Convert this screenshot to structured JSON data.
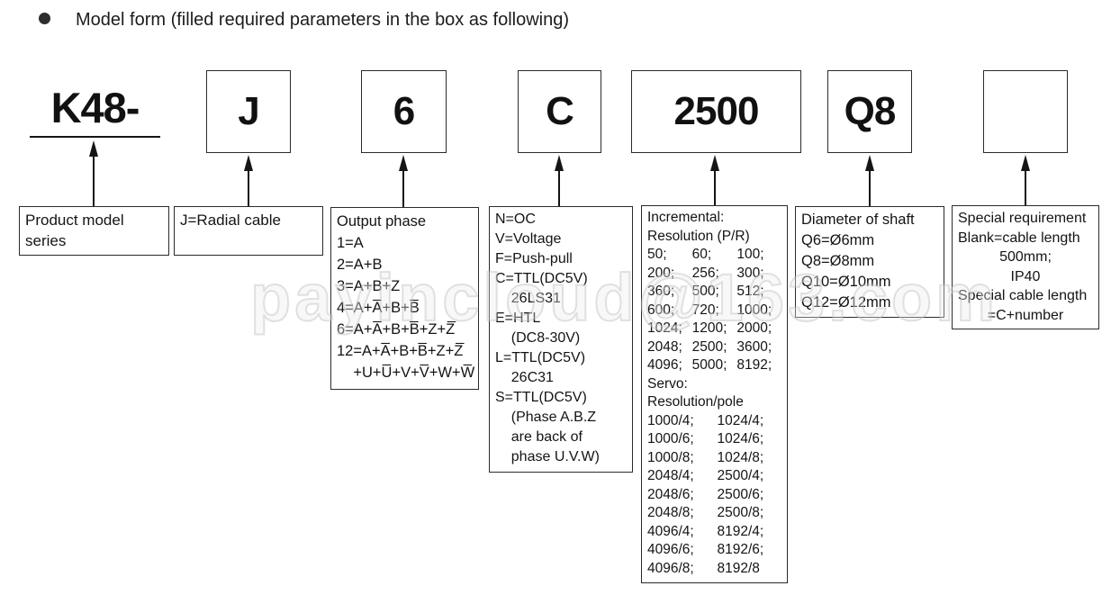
{
  "header": {
    "title": "Model form (filled required parameters in the box as following)"
  },
  "model_code": {
    "series": "K48-",
    "cable": "J",
    "output_phase": "6",
    "output_signal": "C",
    "resolution": "2500",
    "shaft": "Q8",
    "special": ""
  },
  "legend": {
    "series_lines": [
      "Product model",
      "series"
    ],
    "cable_lines": [
      "J=Radial cable"
    ],
    "phase_lines": [
      "Output phase",
      "1=A",
      "2=A+B",
      "3=A+B+Z",
      "4=A+A̅+B+B̅",
      "6=A+A̅+B+B̅+Z+Z̅",
      "12=A+A̅+B+B̅+Z+Z̅",
      "    +U+U̅+V+V̅+W+W̅"
    ],
    "signal_lines": [
      "N=OC",
      "V=Voltage",
      "F=Push-pull",
      "C=TTL(DC5V)",
      "    26LS31",
      "E=HTL",
      "    (DC8-30V)",
      "L=TTL(DC5V)",
      "    26C31",
      "S=TTL(DC5V)",
      "    (Phase A.B.Z",
      "    are back of",
      "    phase U.V.W)"
    ],
    "resolution": {
      "incremental_title": "Incremental:",
      "incremental_subtitle": "Resolution (P/R)",
      "incremental_rows": [
        [
          "50;",
          "60;",
          "100;"
        ],
        [
          "200;",
          "256;",
          "300;"
        ],
        [
          "360;",
          "500;",
          "512;"
        ],
        [
          "600;",
          "720;",
          "1000;"
        ],
        [
          "1024;",
          "1200;",
          "2000;"
        ],
        [
          "2048;",
          "2500;",
          "3600;"
        ],
        [
          "4096;",
          "5000;",
          "8192;"
        ]
      ],
      "servo_title": "Servo:",
      "servo_subtitle": "Resolution/pole",
      "servo_rows": [
        [
          "1000/4;",
          "1024/4;"
        ],
        [
          "1000/6;",
          "1024/6;"
        ],
        [
          "1000/8;",
          "1024/8;"
        ],
        [
          "2048/4;",
          "2500/4;"
        ],
        [
          "2048/6;",
          "2500/6;"
        ],
        [
          "2048/8;",
          "2500/8;"
        ],
        [
          "4096/4;",
          "8192/4;"
        ],
        [
          "4096/6;",
          "8192/6;"
        ],
        [
          "4096/8;",
          "8192/8"
        ]
      ]
    },
    "shaft_lines": [
      "Diameter of shaft",
      "Q6=Ø6mm",
      "Q8=Ø8mm",
      "Q10=Ø10mm",
      "Q12=Ø12mm"
    ],
    "special_lines": [
      "Special requirement",
      "Blank=cable length",
      "500mm;",
      "IP40",
      "Special cable length",
      "=C+number"
    ]
  },
  "watermark": "payincloud@163.com"
}
